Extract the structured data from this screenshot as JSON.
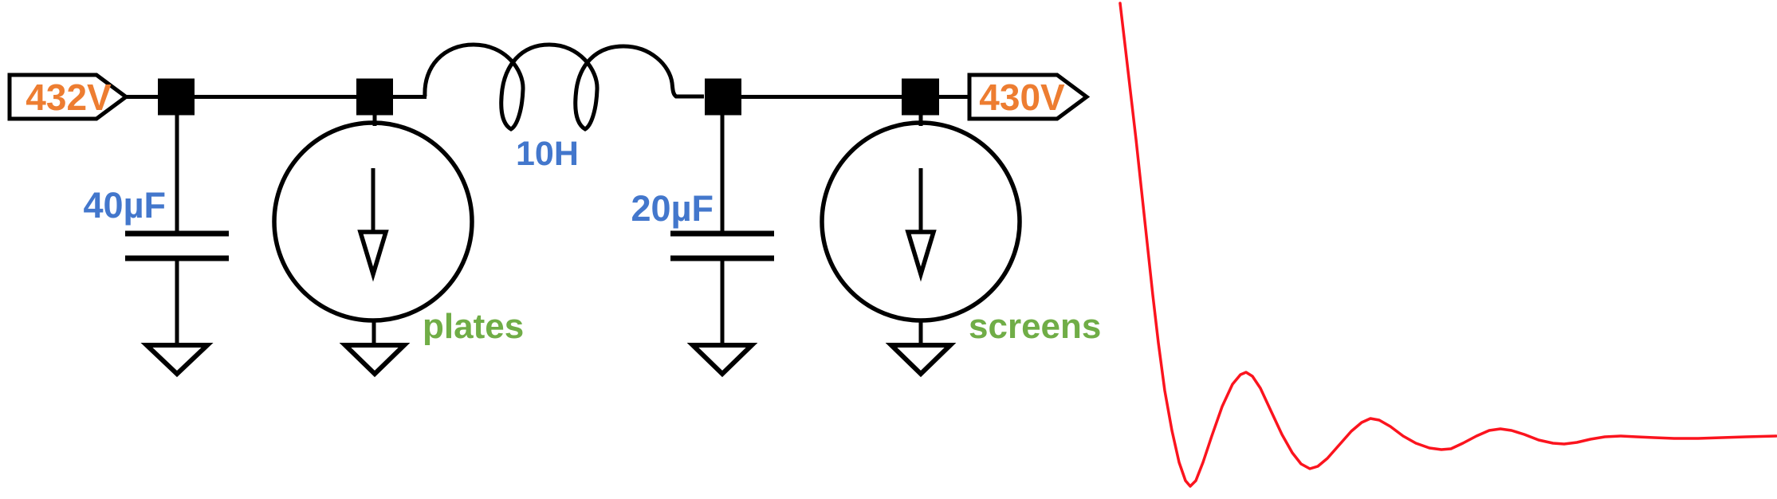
{
  "colors": {
    "orange": "#ED7D31",
    "blue": "#4377CC",
    "green": "#70AD47",
    "red": "#FB141E",
    "black": "#000000"
  },
  "schematic": {
    "left_tag": {
      "label": "432V"
    },
    "right_tag": {
      "label": "430V"
    },
    "capacitor1": {
      "label": "40µF"
    },
    "inductor": {
      "label": "10H"
    },
    "capacitor2": {
      "label": "20µF"
    },
    "source1": {
      "label": "plates"
    },
    "source2": {
      "label": "screens"
    }
  },
  "waveform": {
    "description": "damped oscillation settling to steady level",
    "points": [
      [
        1405,
        4
      ],
      [
        1411,
        55
      ],
      [
        1418,
        115
      ],
      [
        1425,
        175
      ],
      [
        1432,
        240
      ],
      [
        1439,
        305
      ],
      [
        1446,
        370
      ],
      [
        1453,
        430
      ],
      [
        1461,
        490
      ],
      [
        1470,
        540
      ],
      [
        1479,
        580
      ],
      [
        1487,
        603
      ],
      [
        1493,
        610
      ],
      [
        1500,
        603
      ],
      [
        1509,
        580
      ],
      [
        1520,
        547
      ],
      [
        1533,
        510
      ],
      [
        1546,
        482
      ],
      [
        1556,
        470
      ],
      [
        1563,
        467
      ],
      [
        1571,
        472
      ],
      [
        1581,
        487
      ],
      [
        1594,
        515
      ],
      [
        1608,
        545
      ],
      [
        1621,
        568
      ],
      [
        1632,
        582
      ],
      [
        1643,
        588
      ],
      [
        1653,
        585
      ],
      [
        1665,
        575
      ],
      [
        1680,
        558
      ],
      [
        1695,
        541
      ],
      [
        1708,
        530
      ],
      [
        1719,
        525
      ],
      [
        1730,
        527
      ],
      [
        1744,
        535
      ],
      [
        1760,
        547
      ],
      [
        1776,
        556
      ],
      [
        1793,
        562
      ],
      [
        1808,
        564
      ],
      [
        1820,
        563
      ],
      [
        1835,
        556
      ],
      [
        1852,
        547
      ],
      [
        1868,
        540
      ],
      [
        1882,
        538
      ],
      [
        1896,
        540
      ],
      [
        1912,
        545
      ],
      [
        1930,
        552
      ],
      [
        1948,
        556
      ],
      [
        1962,
        557
      ],
      [
        1978,
        555
      ],
      [
        1995,
        551
      ],
      [
        2013,
        548
      ],
      [
        2033,
        547
      ],
      [
        2053,
        548
      ],
      [
        2075,
        549
      ],
      [
        2100,
        550
      ],
      [
        2130,
        550
      ],
      [
        2160,
        549
      ],
      [
        2190,
        548
      ],
      [
        2228,
        547
      ]
    ]
  }
}
